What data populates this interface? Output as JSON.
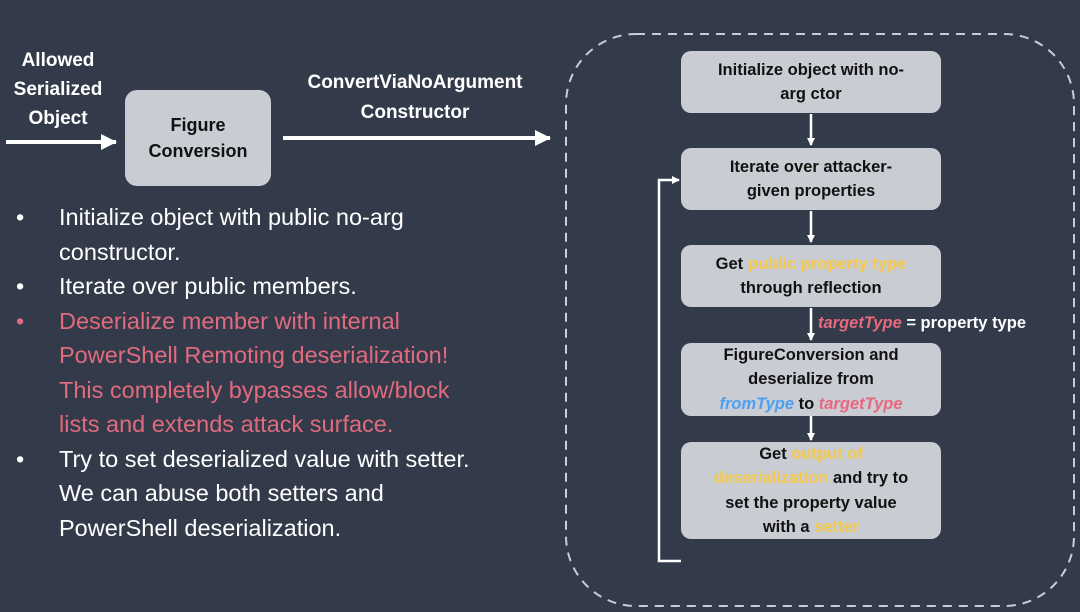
{
  "left": {
    "input_label": [
      "Allowed",
      "Serialized",
      "Object"
    ],
    "figure_box": [
      "Figure",
      "Conversion"
    ],
    "convert_label": [
      "ConvertViaNoArgument",
      "Constructor"
    ]
  },
  "bullets": [
    {
      "lines": [
        "Initialize object with public no-arg",
        "constructor."
      ],
      "highlight": false
    },
    {
      "lines": [
        "Iterate over public members."
      ],
      "highlight": false
    },
    {
      "lines": [
        "Deserialize member with internal",
        "PowerShell Remoting deserialization!",
        "This completely bypasses allow/block",
        "lists and extends attack surface."
      ],
      "highlight": true
    },
    {
      "lines": [
        "Try to set deserialized value with setter.",
        "We can abuse both setters and",
        "PowerShell deserialization."
      ],
      "highlight": false
    }
  ],
  "bullet_symbol": "•",
  "flow": {
    "step1": [
      "Initialize object with no-",
      "arg ctor"
    ],
    "step2": [
      "Iterate over attacker-",
      "given properties"
    ],
    "step3": {
      "get": "Get ",
      "highlight": "public property type",
      "line2": "through reflection"
    },
    "target_label": {
      "var": "targetType",
      "rest": " = property type"
    },
    "step4": {
      "line1": "FigureConversion and",
      "line2": "deserialize from",
      "from": "fromType",
      "to": " to ",
      "target": "targetType"
    },
    "step5": {
      "get": "Get ",
      "hl1": "output of",
      "hl2": "deserialization",
      "rest2": " and try to",
      "line3": "set the property value",
      "line4": "with a ",
      "hl3": "setter"
    }
  },
  "colors": {
    "background": "#333b4b",
    "box_fill": "#c9ccd3",
    "highlight_yellow": "#f6c94a",
    "highlight_pink": "#e8687e",
    "highlight_blue": "#4d9ff0",
    "bullet_red": "#e26a7d"
  }
}
